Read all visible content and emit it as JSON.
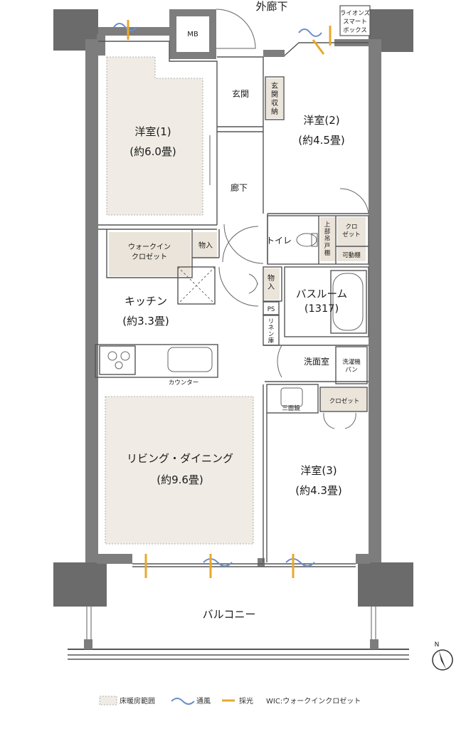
{
  "labels": {
    "corridor_outside": "外廊下",
    "mb": "MB",
    "smart_box": [
      "ライオンズ",
      "スマート",
      "ボックス"
    ],
    "genkan": "玄関",
    "genkan_storage": [
      "玄",
      "関",
      "収",
      "納"
    ],
    "room1_name": "洋室(1)",
    "room1_size": "(約6.0畳)",
    "room2_name": "洋室(2)",
    "room2_size": "(約4.5畳)",
    "hallway": "廊下",
    "walkin_closet": [
      "ウォークイン",
      "クロゼット"
    ],
    "storage1": "物入",
    "toilet": "トイレ",
    "upper_cabinet": [
      "上",
      "部",
      "吊",
      "戸",
      "棚"
    ],
    "closet2": [
      "クロ",
      "ゼット"
    ],
    "movable_shelf": "可動棚",
    "kitchen_name": "キッチン",
    "kitchen_size": "(約3.3畳)",
    "storage2": [
      "物",
      "入"
    ],
    "ps": "PS",
    "linen": [
      "リ",
      "ネ",
      "ン",
      "庫"
    ],
    "bath_name": "バスルーム",
    "bath_size": "(1317)",
    "washroom": "洗面室",
    "washer": [
      "洗濯機",
      "パン"
    ],
    "counter": "カウンター",
    "mirror": "三面鏡",
    "closet3": "クロゼット",
    "living_name": "リビング・ダイニング",
    "living_size": "(約9.6畳)",
    "room3_name": "洋室(3)",
    "room3_size": "(約4.3畳)",
    "balcony": "バルコニー",
    "north": "N"
  },
  "legend": {
    "heated": "床暖房範囲",
    "wind": "通風",
    "light": "採光",
    "wic": "WIC:ウォークインクロゼット"
  },
  "colors": {
    "wall": "#7d7d7d",
    "heated_floor": "#f0ece5",
    "closet_fill": "#ebe4da",
    "wind": "#6a8fc8",
    "light": "#e8a82a"
  }
}
